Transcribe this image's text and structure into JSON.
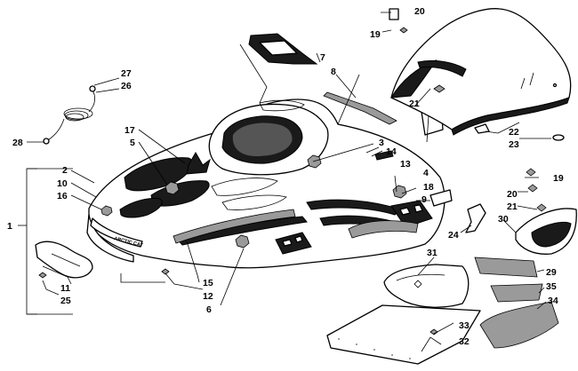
{
  "callouts": {
    "n1": "1",
    "n2": "2",
    "n3": "3",
    "n4": "4",
    "n5": "5",
    "n6": "6",
    "n7": "7",
    "n8": "8",
    "n9": "9",
    "n10": "10",
    "n11": "11",
    "n12": "12",
    "n13": "13",
    "n14": "14",
    "n15": "15",
    "n16": "16",
    "n17": "17",
    "n18": "18",
    "n19a": "19",
    "n19b": "19",
    "n20a": "20",
    "n20b": "20",
    "n21a": "21",
    "n21b": "21",
    "n22": "22",
    "n23": "23",
    "n24": "24",
    "n25": "25",
    "n26": "26",
    "n27": "27",
    "n28": "28",
    "n29": "29",
    "n30": "30",
    "n31": "31",
    "n32": "32",
    "n33": "33",
    "n34": "34",
    "n35": "35"
  },
  "decals": {
    "brand": "ARCTIC CAT"
  }
}
